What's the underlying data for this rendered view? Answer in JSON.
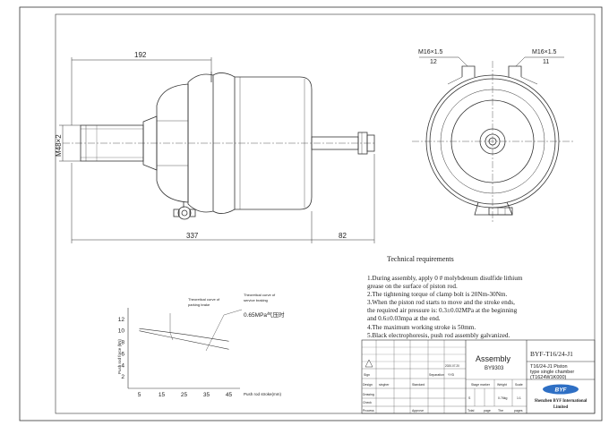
{
  "dimensions": {
    "length_top": "192",
    "length_total": "337",
    "rod_extension": "82",
    "thread_main": "M48×2",
    "port_left_thread": "M16×1.5",
    "port_left_no": "12",
    "port_right_thread": "M16×1.5",
    "port_right_no": "11"
  },
  "technical": {
    "heading": "Technical requirements",
    "lines": [
      "1.During assembly, apply 0 # molybdenum disulfide lithium",
      "grease on the surface of piston rod.",
      "2.The tightening torque of clamp bolt is 20Nm-30Nm.",
      "3.When the piston rod starts to move and the stroke ends,",
      "the required air pressure is: 0.3±0.02MPa at the beginning",
      "and 0.6±0.03mpa at the end.",
      "4.The maximum working stroke is 50mm.",
      "5.Black electrophoresis, push rod assembly galvanized."
    ]
  },
  "chart": {
    "curve_note_1_l1": "Theoretical curve of",
    "curve_note_1_l2": "parking brake",
    "curve_note_2_l1": "Theoretical curve of",
    "curve_note_2_l2": "service braking",
    "pressure_note": "0.65MPa气压时",
    "ylabel": "Push rod force (kN)",
    "xlabel": "Push rod stroke(mm)"
  },
  "chart_data": {
    "type": "line",
    "x": [
      5,
      15,
      25,
      35,
      45
    ],
    "xlim": [
      0,
      50
    ],
    "ylim": [
      0,
      14
    ],
    "yticks": [
      2,
      4,
      6,
      8,
      10,
      12
    ],
    "xticks": [
      "5",
      "15",
      "25",
      "35",
      "45"
    ],
    "series": [
      {
        "values": [
          10.4,
          9.9,
          9.4,
          8.8,
          8.2
        ]
      },
      {
        "values": [
          10.0,
          9.2,
          8.4,
          7.6,
          6.8
        ]
      }
    ]
  },
  "titleblock": {
    "assembly": "Assembly",
    "code": "BY9303",
    "part_no": "BYF-T16/24-J1",
    "desc_1": "T16/24-J1 Piston",
    "desc_2": "type single chamber",
    "desc_3": "(T1624W1K000)",
    "logo_text": "BYF",
    "company_1": "Shenzhen BYF International",
    "company_2": "Limited",
    "lbl_sign": "Sign",
    "lbl_design": "Design",
    "lbl_drawing": "Drawing",
    "lbl_check": "Check",
    "lbl_process": "Process",
    "lbl_signer": "singher",
    "lbl_standard": "Standard",
    "lbl_approve": "Approve",
    "lbl_separation": "Separation",
    "lbl_ymd": "YYD",
    "lbl_date": "2020.07.20",
    "lbl_stage": "Stage marker",
    "lbl_weight": "Weight",
    "lbl_scale": "Scale",
    "lbl_weight_val": "0.76kg",
    "lbl_scale_val": "1:1",
    "lbl_total": "Total",
    "lbl_page": "page",
    "lbl_the": "The",
    "lbl_pages": "pages",
    "lbl_s": "S"
  },
  "colors": {
    "line": "#333333",
    "logo": "#2e6fc4"
  }
}
